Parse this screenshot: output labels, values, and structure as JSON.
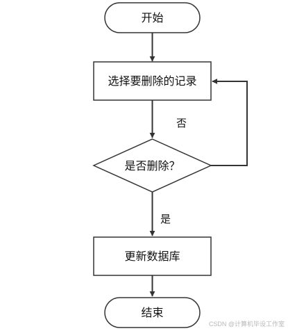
{
  "nodes": {
    "start": "开始",
    "select": "选择要删除的记录",
    "decision": "是否删除？",
    "update": "更新数据库",
    "end": "结束"
  },
  "edges": {
    "no": "否",
    "yes": "是"
  },
  "watermark": "CSDN @计算机毕设工作室",
  "colors": {
    "stroke": "#333333",
    "background": "#ffffff",
    "text": "#111111"
  }
}
